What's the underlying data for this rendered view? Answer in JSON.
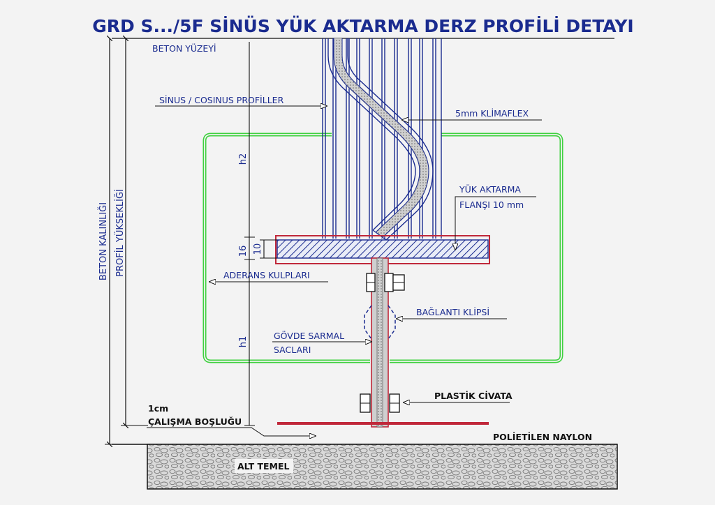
{
  "title": "GRD S.../5F SİNÜS YÜK AKTARMA DERZ PROFİLİ DETAYI",
  "labels": {
    "beton_yuzeyi": "BETON YÜZEYİ",
    "sinus_profiller": "SİNUS / COSINUS PROFİLLER",
    "klimaflex": "5mm KLİMAFLEX",
    "yuk_aktarma_1": "YÜK AKTARMA",
    "yuk_aktarma_2": "FLANŞI 10 mm",
    "aderans": "ADERANS KULPLARI",
    "baglanti": "BAĞLANTI KLİPSİ",
    "govde_1": "GÖVDE SARMAL",
    "govde_2": "SACLARI",
    "plastik": "PLASTİK CİVATA",
    "one_cm": "1cm",
    "calisma": "ÇALIŞMA BOŞLUĞU",
    "polietilen": "POLİETİLEN NAYLON",
    "alt_temel": "ALT TEMEL"
  },
  "dimensions": {
    "beton_kalinligi": "BETON KALINLIĞI",
    "profil_yuksekligi": "PROFİL YÜKSEKLİĞİ",
    "h2": "h2",
    "h1": "h1",
    "d16": "16",
    "d10": "10"
  },
  "colors": {
    "blue": "#1a2b8f",
    "green": "#3ed13e",
    "red": "#c0283a",
    "black": "#111111"
  }
}
